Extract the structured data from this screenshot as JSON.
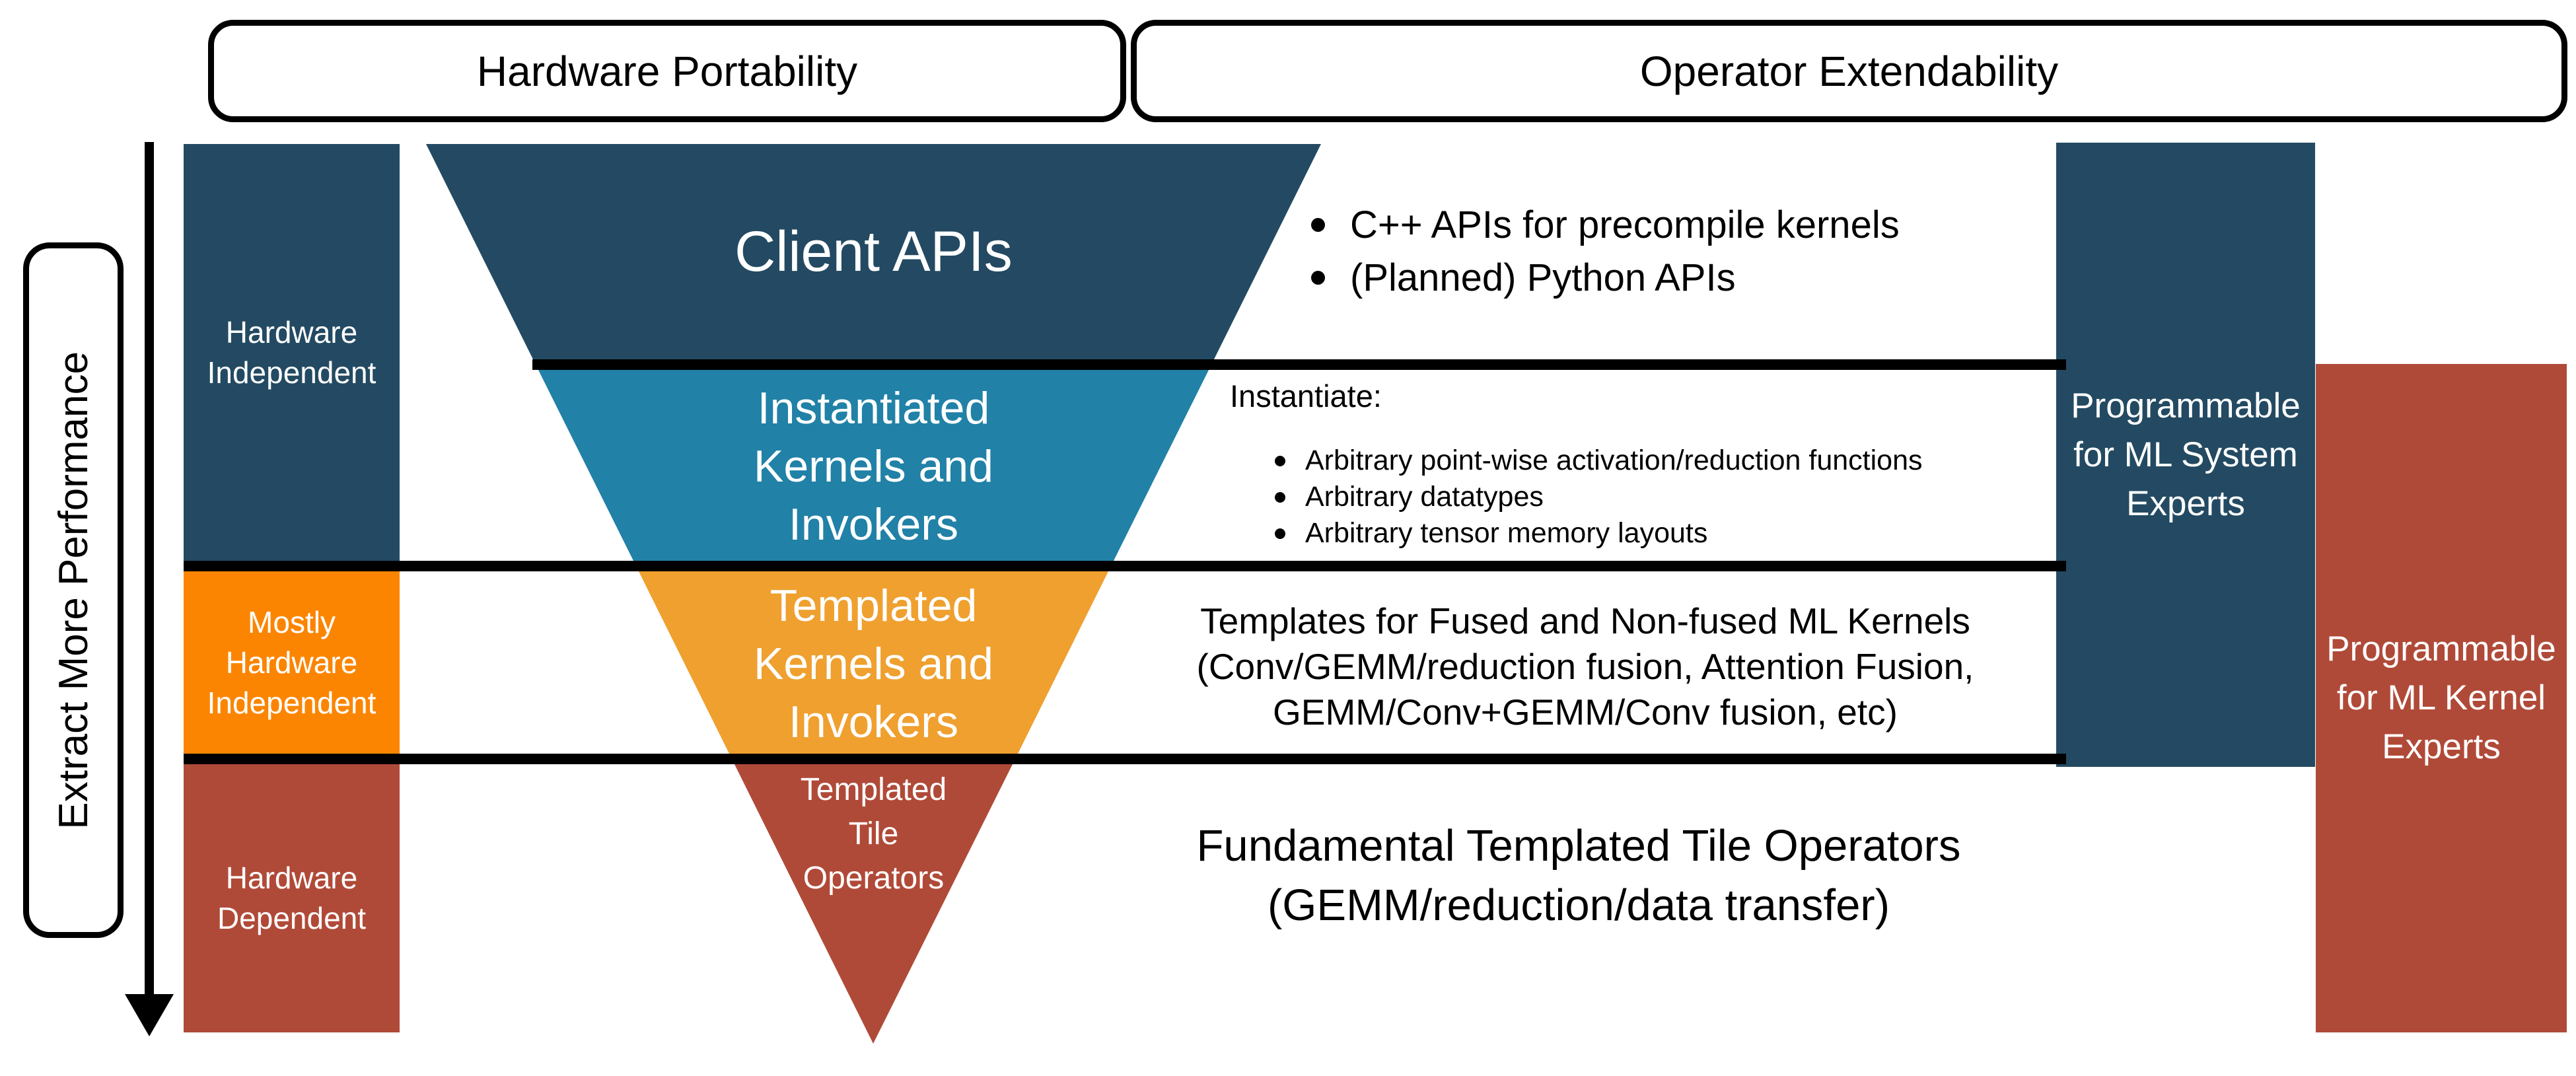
{
  "headers": {
    "hardware_portability": "Hardware Portability",
    "operator_extendability": "Operator Extendability"
  },
  "left_axis": {
    "label": "Extract More Performance"
  },
  "left_column": {
    "hardware_independent": [
      "Hardware",
      "Independent"
    ],
    "mostly_hardware_independent": [
      "Mostly",
      "Hardware",
      "Independent"
    ],
    "hardware_dependent": [
      "Hardware",
      "Dependent"
    ]
  },
  "funnel": {
    "client_apis": "Client APIs",
    "instantiated_kernels": [
      "Instantiated",
      "Kernels and",
      "Invokers"
    ],
    "templated_kernels": [
      "Templated",
      "Kernels and",
      "Invokers"
    ],
    "templated_tile_operators": [
      "Templated",
      "Tile",
      "Operators"
    ]
  },
  "annotations": {
    "client_api_bullets": [
      "C++ APIs for precompile kernels",
      "(Planned) Python APIs"
    ],
    "instantiate_heading": "Instantiate:",
    "instantiate_bullets": [
      "Arbitrary point-wise activation/reduction functions",
      "Arbitrary datatypes",
      "Arbitrary tensor memory layouts"
    ],
    "templates_lines": [
      "Templates for Fused and Non-fused ML Kernels",
      "(Conv/GEMM/reduction fusion, Attention Fusion,",
      "GEMM/Conv+GEMM/Conv fusion, etc)"
    ],
    "fundamental_lines": [
      "Fundamental Templated Tile Operators",
      "(GEMM/reduction/data transfer)"
    ]
  },
  "right_column": {
    "ml_system_experts": [
      "Programmable",
      "for ML System",
      "Experts"
    ],
    "ml_kernel_experts": [
      "Programmable",
      "for ML Kernel",
      "Experts"
    ]
  },
  "colors": {
    "navy": "#234A62",
    "teal": "#2181A7",
    "funnel_orange": "#EFA02F",
    "vivid_orange": "#FB8500",
    "red": "#B04A38",
    "line_black": "#000000"
  }
}
